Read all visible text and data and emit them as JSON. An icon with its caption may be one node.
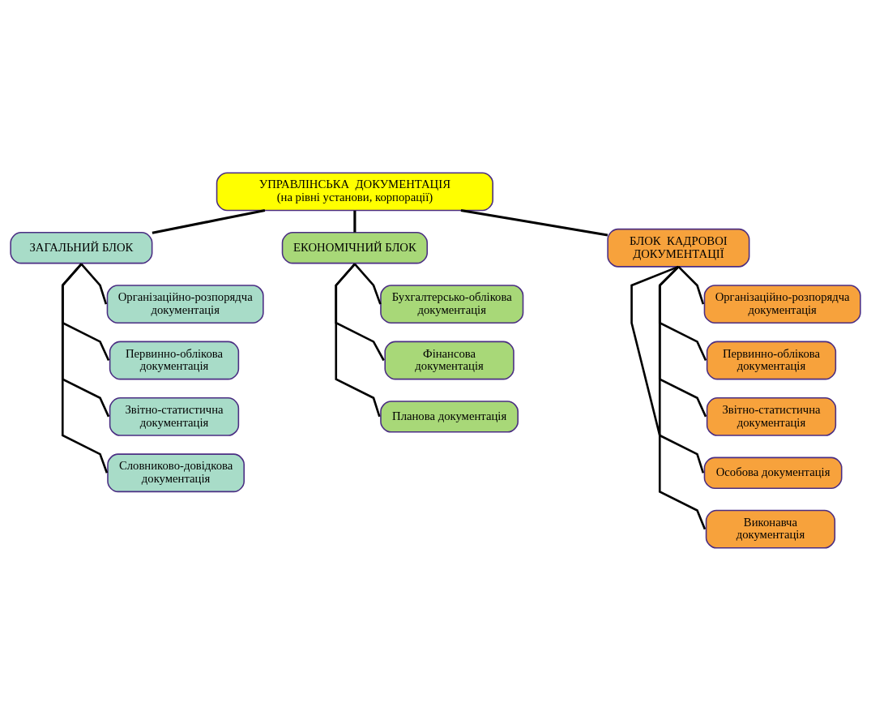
{
  "diagram": {
    "nodes": [
      {
        "text": [
          "УПРАВЛІНСЬКА  ДОКУМЕНТАЦІЯ",
          "(на рівні установи, корпорації)"
        ]
      },
      {
        "text": [
          "ЗАГАЛЬНИЙ БЛОК"
        ]
      },
      {
        "text": [
          "ЕКОНОМІЧНИЙ БЛОК"
        ]
      },
      {
        "text": [
          "БЛОК  КАДРОВОІ ДОКУМЕНТАЦІЇ"
        ]
      },
      {
        "text": [
          "Організаційно-розпорядча документація"
        ]
      },
      {
        "text": [
          "Первинно-облікова документація"
        ]
      },
      {
        "text": [
          "Звітно-статистична документація"
        ]
      },
      {
        "text": [
          "Словниково-довідкова документація"
        ]
      },
      {
        "text": [
          "Бухгалтерсько-облікова документація"
        ]
      },
      {
        "text": [
          "Фінансова документація"
        ]
      },
      {
        "text": [
          "Планова документація"
        ]
      },
      {
        "text": [
          "Організаційно-розпорядча документація"
        ]
      },
      {
        "text": [
          "Первинно-облікова документація"
        ]
      },
      {
        "text": [
          "Звітно-статистична документація"
        ]
      },
      {
        "text": [
          "Особова документація"
        ]
      },
      {
        "text": [
          "Виконавча документація"
        ]
      }
    ],
    "edges": [
      {
        "from": 0,
        "to": 1,
        "arrow": "none"
      },
      {
        "from": 0,
        "to": 2,
        "arrow": "none"
      },
      {
        "from": 0,
        "to": 3,
        "arrow": "none"
      },
      {
        "from": 1,
        "to": 4,
        "arrow": "none"
      },
      {
        "from": 1,
        "to": 5,
        "arrow": "none"
      },
      {
        "from": 1,
        "to": 6,
        "arrow": "none"
      },
      {
        "from": 1,
        "to": 7,
        "arrow": "none"
      },
      {
        "from": 2,
        "to": 8,
        "arrow": "none"
      },
      {
        "from": 2,
        "to": 9,
        "arrow": "none"
      },
      {
        "from": 2,
        "to": 10,
        "arrow": "none"
      },
      {
        "from": 3,
        "to": 11,
        "arrow": "none"
      },
      {
        "from": 3,
        "to": 12,
        "arrow": "none"
      },
      {
        "from": 3,
        "to": 13,
        "arrow": "none"
      },
      {
        "from": 3,
        "to": 14,
        "arrow": "none"
      },
      {
        "from": 3,
        "to": 15,
        "arrow": "none"
      }
    ]
  }
}
